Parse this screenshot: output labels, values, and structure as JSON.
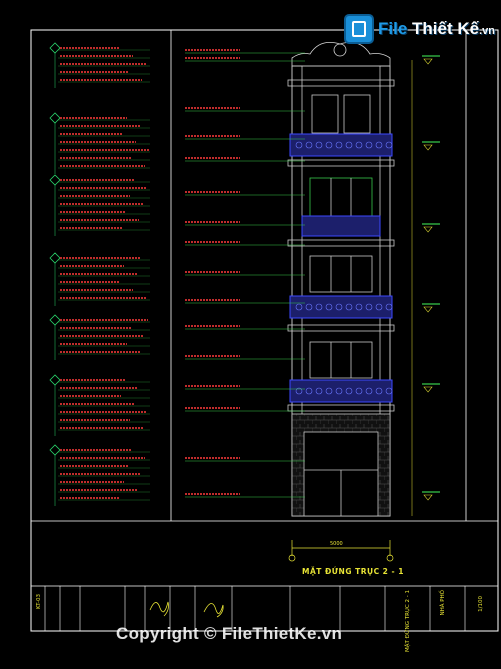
{
  "watermark": {
    "logo_word1": "File",
    "logo_word2": "Thiết Kế",
    "logo_domain": ".vn",
    "copyright": "Copyright © FileThietKe.vn"
  },
  "drawing": {
    "title": "MẶT ĐỨNG TRỤC 2 - 1",
    "overall_dimension": "5000",
    "title_block": {
      "sheet_code": "KT-03",
      "project": "NHÀ PHỐ",
      "drawing_name": "MẶT ĐỨNG TRỤC 2 - 1",
      "scale": "1/100"
    }
  },
  "colors": {
    "frame": "#ffffff",
    "annotation_text": "#ff3b3b",
    "leader": "#37c84a",
    "railing": "#3b49ff",
    "dimension": "#e7e335",
    "facade": "#c9c9c9",
    "note_marker": "#2ad36b"
  },
  "icons": [
    "note-diamond-icon",
    "elevation-marker-icon",
    "logo-badge-icon"
  ]
}
